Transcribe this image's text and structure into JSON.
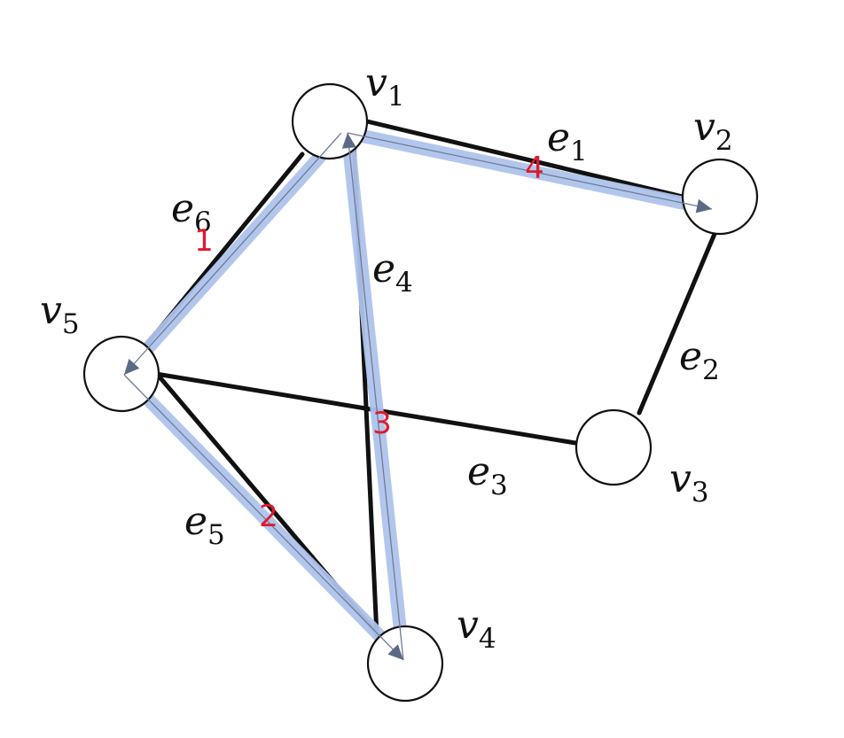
{
  "colors": {
    "edge": "#111111",
    "path_highlight": "#aec3ec",
    "path_arrow": "#5a6a86",
    "order_label": "#e0192d"
  },
  "nodes": [
    {
      "id": "v1",
      "letter": "v",
      "index": "1"
    },
    {
      "id": "v2",
      "letter": "v",
      "index": "2"
    },
    {
      "id": "v3",
      "letter": "v",
      "index": "3"
    },
    {
      "id": "v4",
      "letter": "v",
      "index": "4"
    },
    {
      "id": "v5",
      "letter": "v",
      "index": "5"
    }
  ],
  "edges": [
    {
      "id": "e1",
      "letter": "e",
      "index": "1",
      "from": "v1",
      "to": "v2"
    },
    {
      "id": "e2",
      "letter": "e",
      "index": "2",
      "from": "v2",
      "to": "v3"
    },
    {
      "id": "e3",
      "letter": "e",
      "index": "3",
      "from": "v3",
      "to": "v5"
    },
    {
      "id": "e4",
      "letter": "e",
      "index": "4",
      "from": "v1",
      "to": "v4"
    },
    {
      "id": "e5",
      "letter": "e",
      "index": "5",
      "from": "v5",
      "to": "v4"
    },
    {
      "id": "e6",
      "letter": "e",
      "index": "6",
      "from": "v1",
      "to": "v5"
    }
  ],
  "walk": [
    {
      "order": "1",
      "edge": "e6",
      "from": "v1",
      "to": "v5"
    },
    {
      "order": "2",
      "edge": "e5",
      "from": "v5",
      "to": "v4"
    },
    {
      "order": "3",
      "edge": "e4",
      "from": "v4",
      "to": "v1"
    },
    {
      "order": "4",
      "edge": "e1",
      "from": "v1",
      "to": "v2"
    }
  ]
}
